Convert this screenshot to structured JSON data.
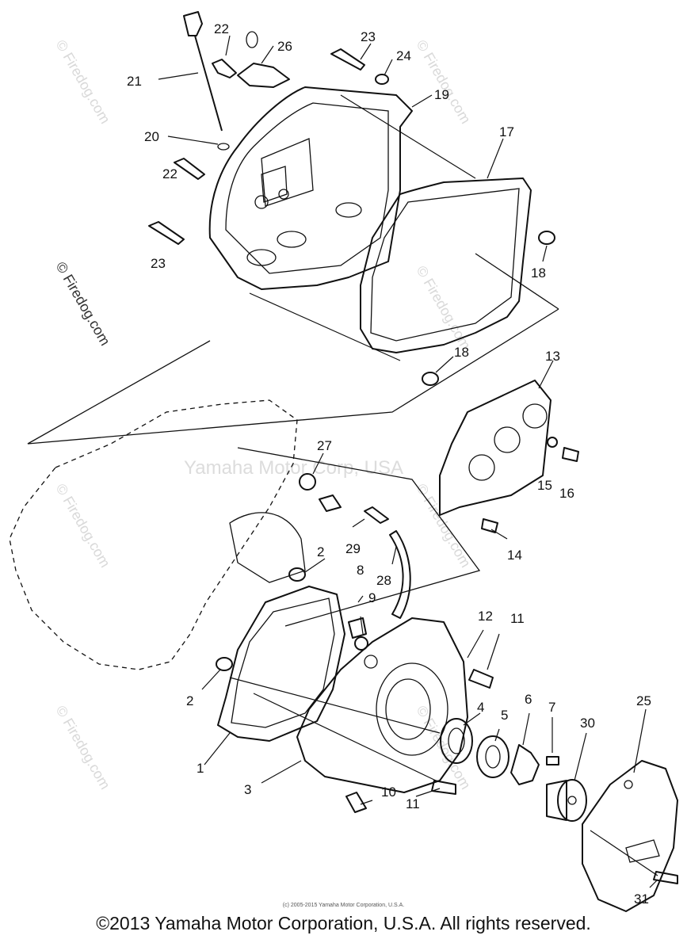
{
  "watermark": {
    "site": "© Firedog.com",
    "center": "Yamaha Motor Corp, USA"
  },
  "callouts": [
    "1",
    "2",
    "2",
    "3",
    "4",
    "5",
    "6",
    "7",
    "8",
    "9",
    "10",
    "11",
    "11",
    "12",
    "13",
    "14",
    "15",
    "16",
    "17",
    "18",
    "18",
    "19",
    "20",
    "21",
    "22",
    "22",
    "23",
    "23",
    "24",
    "25",
    "26",
    "27",
    "28",
    "29",
    "30",
    "31"
  ],
  "footer": {
    "small": "(c) 2005-2015 Yamaha Motor Corporation, U.S.A.",
    "copyright": "©2013 Yamaha Motor Corporation, U.S.A. All rights reserved."
  }
}
